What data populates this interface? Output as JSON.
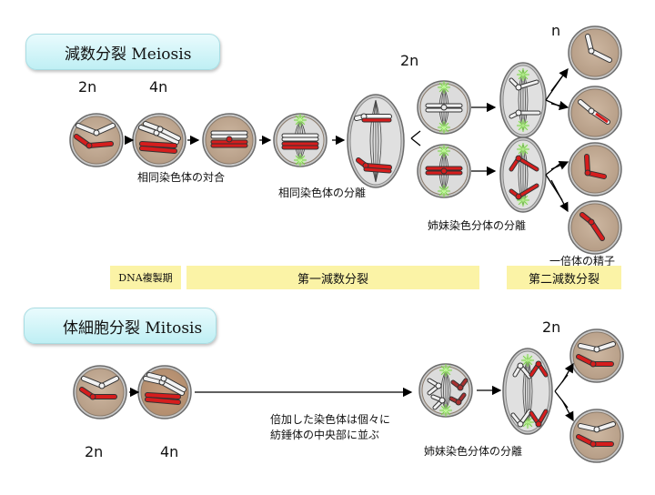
{
  "meiosis": {
    "title": "減数分裂 Meiosis",
    "labels": {
      "p2n_a": "2n",
      "p4n": "4n",
      "p2n_b": "2n",
      "pn": "n",
      "pairing": "相同染色体の対合",
      "homolog_sep": "相同染色体の分離",
      "sister_sep": "姉妹染色分体の分離",
      "haploid": "一倍体の精子"
    },
    "phases": {
      "dna": "DNA複製期",
      "first": "第一減数分裂",
      "second": "第二減数分裂"
    }
  },
  "mitosis": {
    "title": "体細胞分裂 Mitosis",
    "labels": {
      "p2n_a": "2n",
      "p4n": "4n",
      "p2n_b": "2n",
      "align_line1": "倍加した染色体は個々に",
      "align_line2": "紡錘体の中央部に並ぶ",
      "sister_sep": "姉妹染色分体の分離"
    }
  },
  "colors": {
    "cell_fill": "#c3ab94",
    "cell_border": "#6c6c6c",
    "dividing_fill": "#dcdcdc",
    "maternal": "#d61d1d",
    "paternal": "#f2f2f2",
    "spindle_glow": "#9ee86a",
    "band": "#fbf3a6",
    "title_bg": "#c7f1f5"
  }
}
